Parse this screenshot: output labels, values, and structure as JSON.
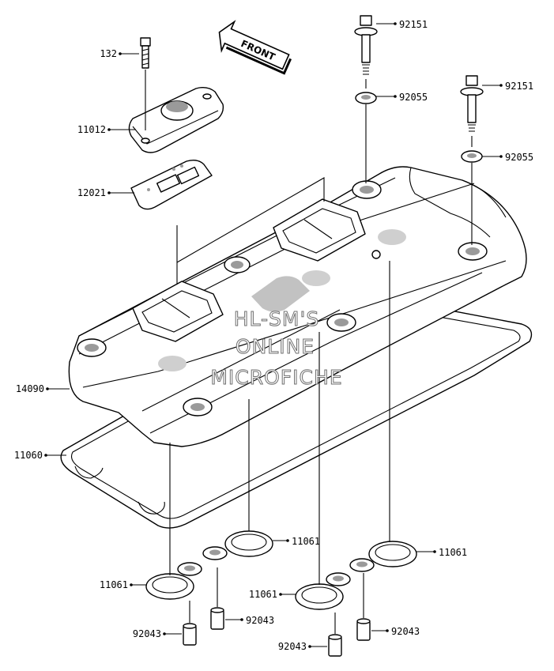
{
  "front_label": "FRONT",
  "watermark": {
    "line1": "HL-SM'S",
    "line2": "ONLINE",
    "line3": "MICROFICHE"
  },
  "parts": [
    {
      "id": "p132",
      "label": "132"
    },
    {
      "id": "p11012",
      "label": "11012"
    },
    {
      "id": "p12021",
      "label": "12021"
    },
    {
      "id": "p14090",
      "label": "14090"
    },
    {
      "id": "p11060",
      "label": "11060"
    },
    {
      "id": "p92151a",
      "label": "92151"
    },
    {
      "id": "p92055a",
      "label": "92055"
    },
    {
      "id": "p92151b",
      "label": "92151"
    },
    {
      "id": "p92055b",
      "label": "92055"
    },
    {
      "id": "p11061a",
      "label": "11061"
    },
    {
      "id": "p11061b",
      "label": "11061"
    },
    {
      "id": "p11061c",
      "label": "11061"
    },
    {
      "id": "p11061d",
      "label": "11061"
    },
    {
      "id": "p92043a",
      "label": "92043"
    },
    {
      "id": "p92043b",
      "label": "92043"
    },
    {
      "id": "p92043c",
      "label": "92043"
    },
    {
      "id": "p92043d",
      "label": "92043"
    }
  ]
}
